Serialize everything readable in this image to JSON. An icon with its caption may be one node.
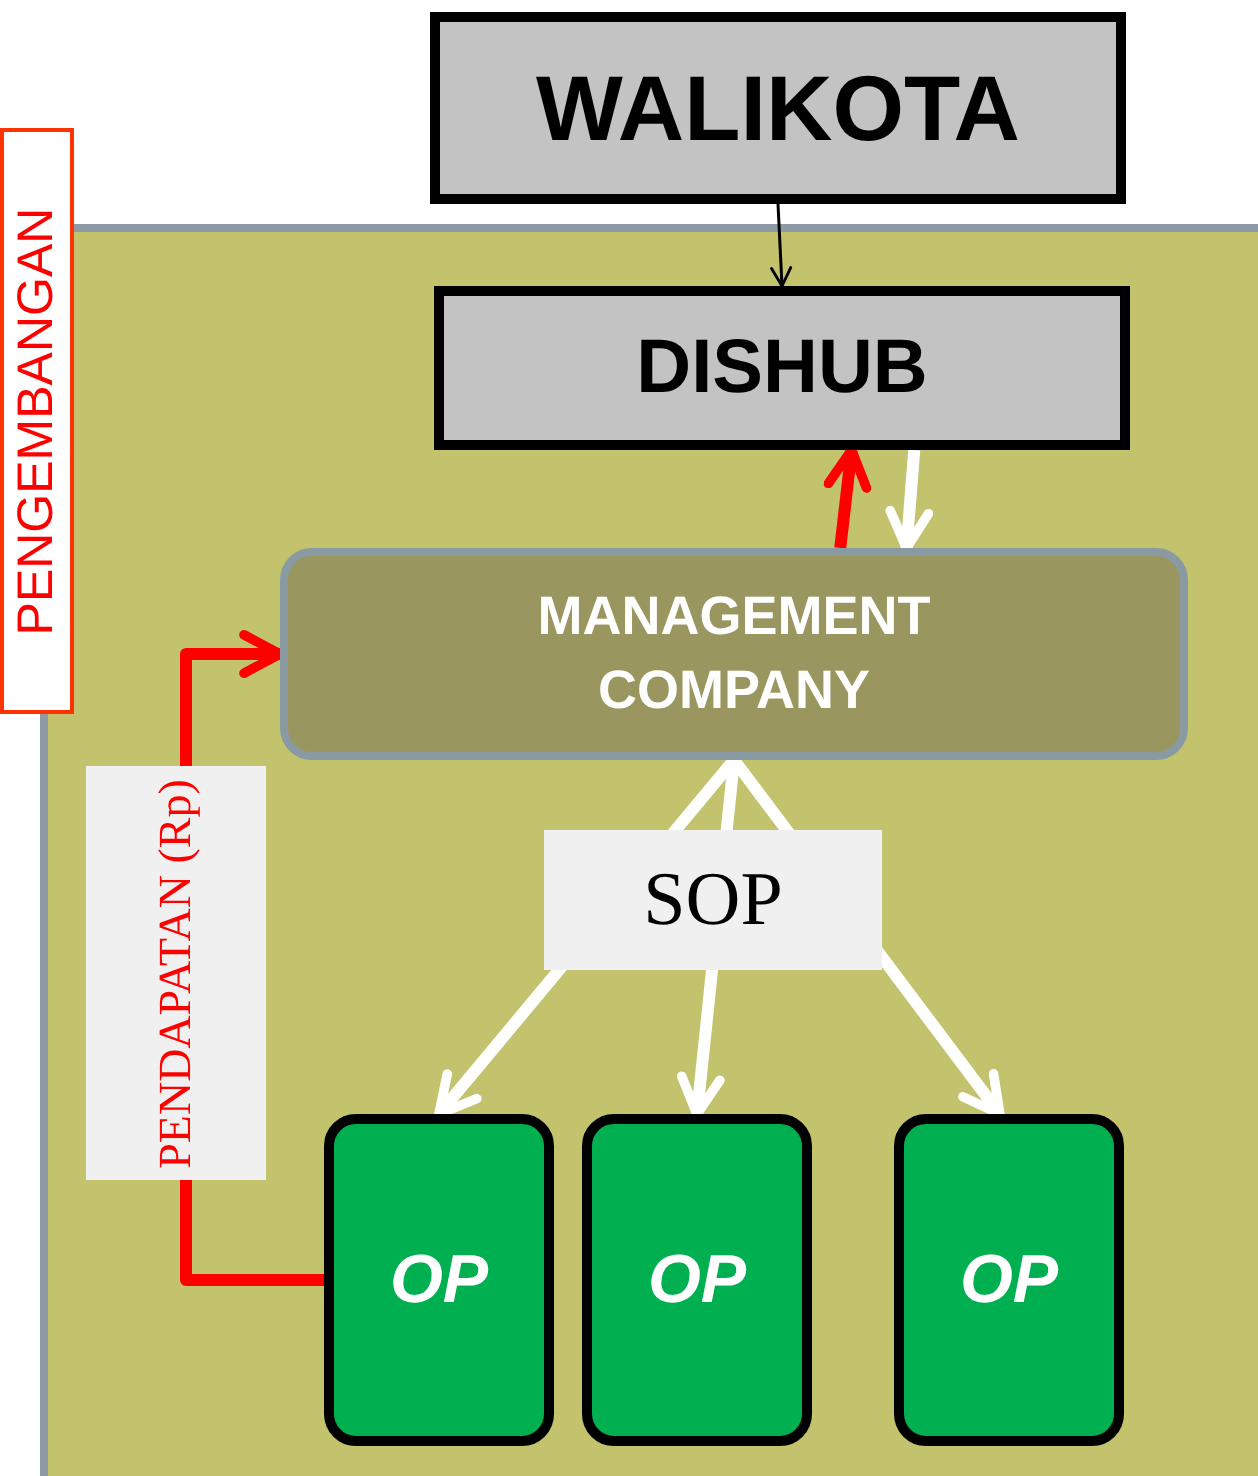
{
  "diagram": {
    "nodes": [
      {
        "text": [
          "PENGEMBANGAN"
        ]
      },
      {
        "text": [],
        "shape": "box"
      },
      {
        "text": [
          "WALIKOTA"
        ]
      },
      {
        "text": [
          "DISHUB"
        ],
        "in": 1
      },
      {
        "text": [
          "MANAGEMENT COMPANY"
        ],
        "in": 1
      },
      {
        "text": [
          "OP"
        ],
        "in": 1
      },
      {
        "text": [
          "OP"
        ],
        "in": 1
      },
      {
        "text": [
          "OP"
        ],
        "in": 1
      }
    ],
    "edges": [
      {
        "from": 2,
        "to": 3,
        "arrow": "to",
        "color": "#000000"
      },
      {
        "from": 4,
        "to": 3,
        "arrow": "to",
        "color": "#ff0000"
      },
      {
        "from": 3,
        "to": 4,
        "arrow": "to"
      },
      {
        "from": 4,
        "to": 5,
        "arrow": "to"
      },
      {
        "from": 4,
        "to": 6,
        "arrow": "to",
        "label": "SOP"
      },
      {
        "from": 4,
        "to": 7,
        "arrow": "to"
      },
      {
        "from": 5,
        "to": 4,
        "arrow": "to",
        "color": "#ff0000",
        "label": "PENDAPATAN (Rp)"
      }
    ]
  }
}
